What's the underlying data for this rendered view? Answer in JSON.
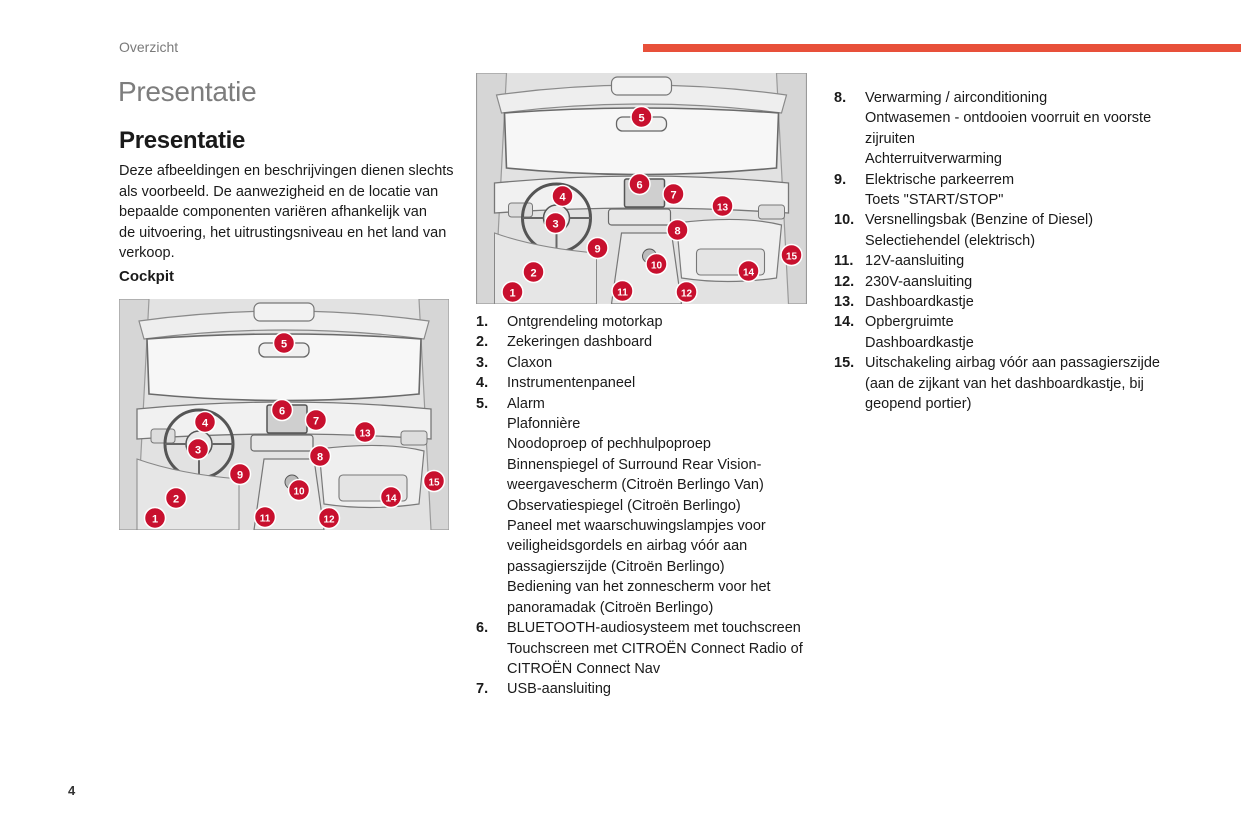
{
  "header": {
    "section_label": "Overzicht",
    "accent_color": "#e8503a"
  },
  "page_title": "Presentatie",
  "heading": "Presentatie",
  "intro_lines": [
    "Deze afbeeldingen en beschrijvingen dienen slechts",
    "als voorbeeld. De aanwezigheid en de locatie van",
    "bepaalde componenten variëren afhankelijk van",
    "de uitvoering, het uitrustingsniveau en het land van",
    "verkoop."
  ],
  "subheading": "Cockpit",
  "figure": {
    "marker_color": "#c8102e",
    "markers": [
      "1",
      "2",
      "3",
      "4",
      "5",
      "6",
      "7",
      "8",
      "9",
      "10",
      "11",
      "12",
      "13",
      "14",
      "15"
    ]
  },
  "items_left": [
    {
      "num": "1.",
      "lines": [
        "Ontgrendeling motorkap"
      ]
    },
    {
      "num": "2.",
      "lines": [
        "Zekeringen dashboard"
      ]
    },
    {
      "num": "3.",
      "lines": [
        "Claxon"
      ]
    },
    {
      "num": "4.",
      "lines": [
        "Instrumentenpaneel"
      ]
    },
    {
      "num": "5.",
      "lines": [
        "Alarm",
        "Plafonnière",
        "Noodoproep of pechhulpoproep",
        "Binnenspiegel of Surround Rear Vision-",
        "weergavescherm (Citroën Berlingo Van)",
        "Observatiespiegel (Citroën Berlingo)",
        "Paneel met waarschuwingslampjes voor",
        "veiligheidsgordels en airbag vóór aan",
        "passagierszijde (Citroën Berlingo)",
        "Bediening van het zonnescherm voor het",
        "panoramadak (Citroën Berlingo)"
      ]
    },
    {
      "num": "6.",
      "lines": [
        "BLUETOOTH-audiosysteem met touchscreen",
        "Touchscreen met CITROËN Connect Radio of",
        "CITROËN Connect Nav"
      ]
    },
    {
      "num": "7.",
      "lines": [
        "USB-aansluiting"
      ]
    }
  ],
  "items_right": [
    {
      "num": "8.",
      "lines": [
        "Verwarming / airconditioning",
        "Ontwasemen - ontdooien voorruit en voorste",
        "zijruiten",
        "Achterruitverwarming"
      ]
    },
    {
      "num": "9.",
      "lines": [
        "Elektrische parkeerrem",
        "Toets \"START/STOP\""
      ]
    },
    {
      "num": "10.",
      "lines": [
        "Versnellingsbak (Benzine of Diesel)",
        "Selectiehendel (elektrisch)"
      ]
    },
    {
      "num": "11.",
      "lines": [
        "12V-aansluiting"
      ]
    },
    {
      "num": "12.",
      "lines": [
        "230V-aansluiting"
      ]
    },
    {
      "num": "13.",
      "lines": [
        "Dashboardkastje"
      ]
    },
    {
      "num": "14.",
      "lines": [
        "Opbergruimte",
        "Dashboardkastje"
      ]
    },
    {
      "num": "15.",
      "lines": [
        "Uitschakeling airbag vóór aan passagierszijde",
        "(aan de zijkant van het dashboardkastje, bij",
        "geopend portier)"
      ]
    }
  ],
  "page_number": "4"
}
